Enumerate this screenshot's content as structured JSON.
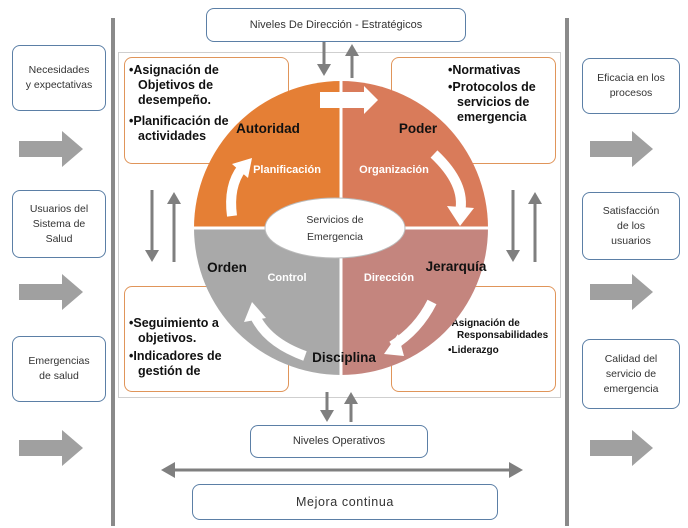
{
  "top_box": "Niveles De Dirección - Estratégicos",
  "bottom_box": "Niveles Operativos",
  "mejora": "Mejora continua",
  "left_boxes": [
    "Necesidades y expectativas",
    "Usuarios del Sistema de Salud",
    "Emergencias de salud"
  ],
  "right_boxes": [
    "Eficacia en los procesos",
    "Satisfacción de los usuarios",
    "Calidad del servicio de emergencia"
  ],
  "center": "Servicios de Emergencia",
  "quadrants": {
    "tl": {
      "name": "Autoridad",
      "func": "Planificación",
      "color": "#e57f35"
    },
    "tr": {
      "name": "Poder",
      "func": "Organización",
      "color": "#d97b5a"
    },
    "br": {
      "name": "Jerarquía",
      "func": "Dirección",
      "color": "#c4857e"
    },
    "bl": {
      "name": "Orden",
      "func": "Control",
      "color": "#a9a9a9"
    },
    "bottom_label": "Disciplina"
  },
  "notes": {
    "tl": [
      "•Asignación de Objetivos de desempeño.",
      "•Planificación de actividades"
    ],
    "tr": [
      "•Normativas",
      "•Protocolos de servicios de emergencia"
    ],
    "br": [
      "•Asignación de Responsabilidades",
      "•Liderazgo"
    ],
    "bl": [
      "•Seguimiento a objetivos.",
      "•Indicadores de gestión de"
    ]
  }
}
